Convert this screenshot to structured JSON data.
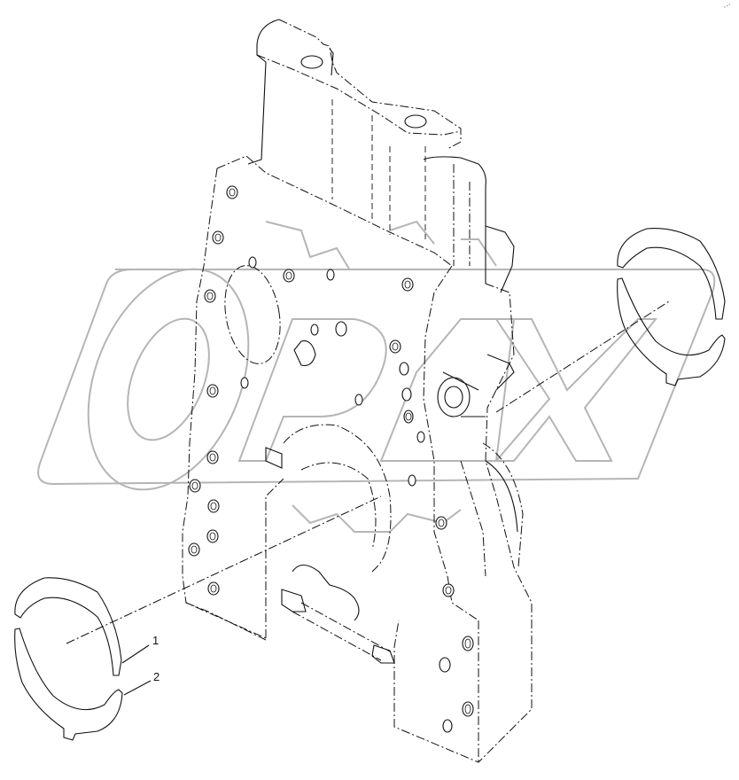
{
  "diagram": {
    "type": "exploded-parts-illustration",
    "subject": "Timing gear housing with thrust washers",
    "callouts": [
      {
        "number": "1",
        "label": "1",
        "part": "thrust-washer-upper-half"
      },
      {
        "number": "2",
        "label": "2",
        "part": "thrust-washer-lower-half"
      }
    ],
    "watermark": {
      "text": "OPEX",
      "color": "#b5b5b5"
    },
    "corner_mark": "···",
    "line_color": "#111111",
    "background": "#ffffff"
  }
}
